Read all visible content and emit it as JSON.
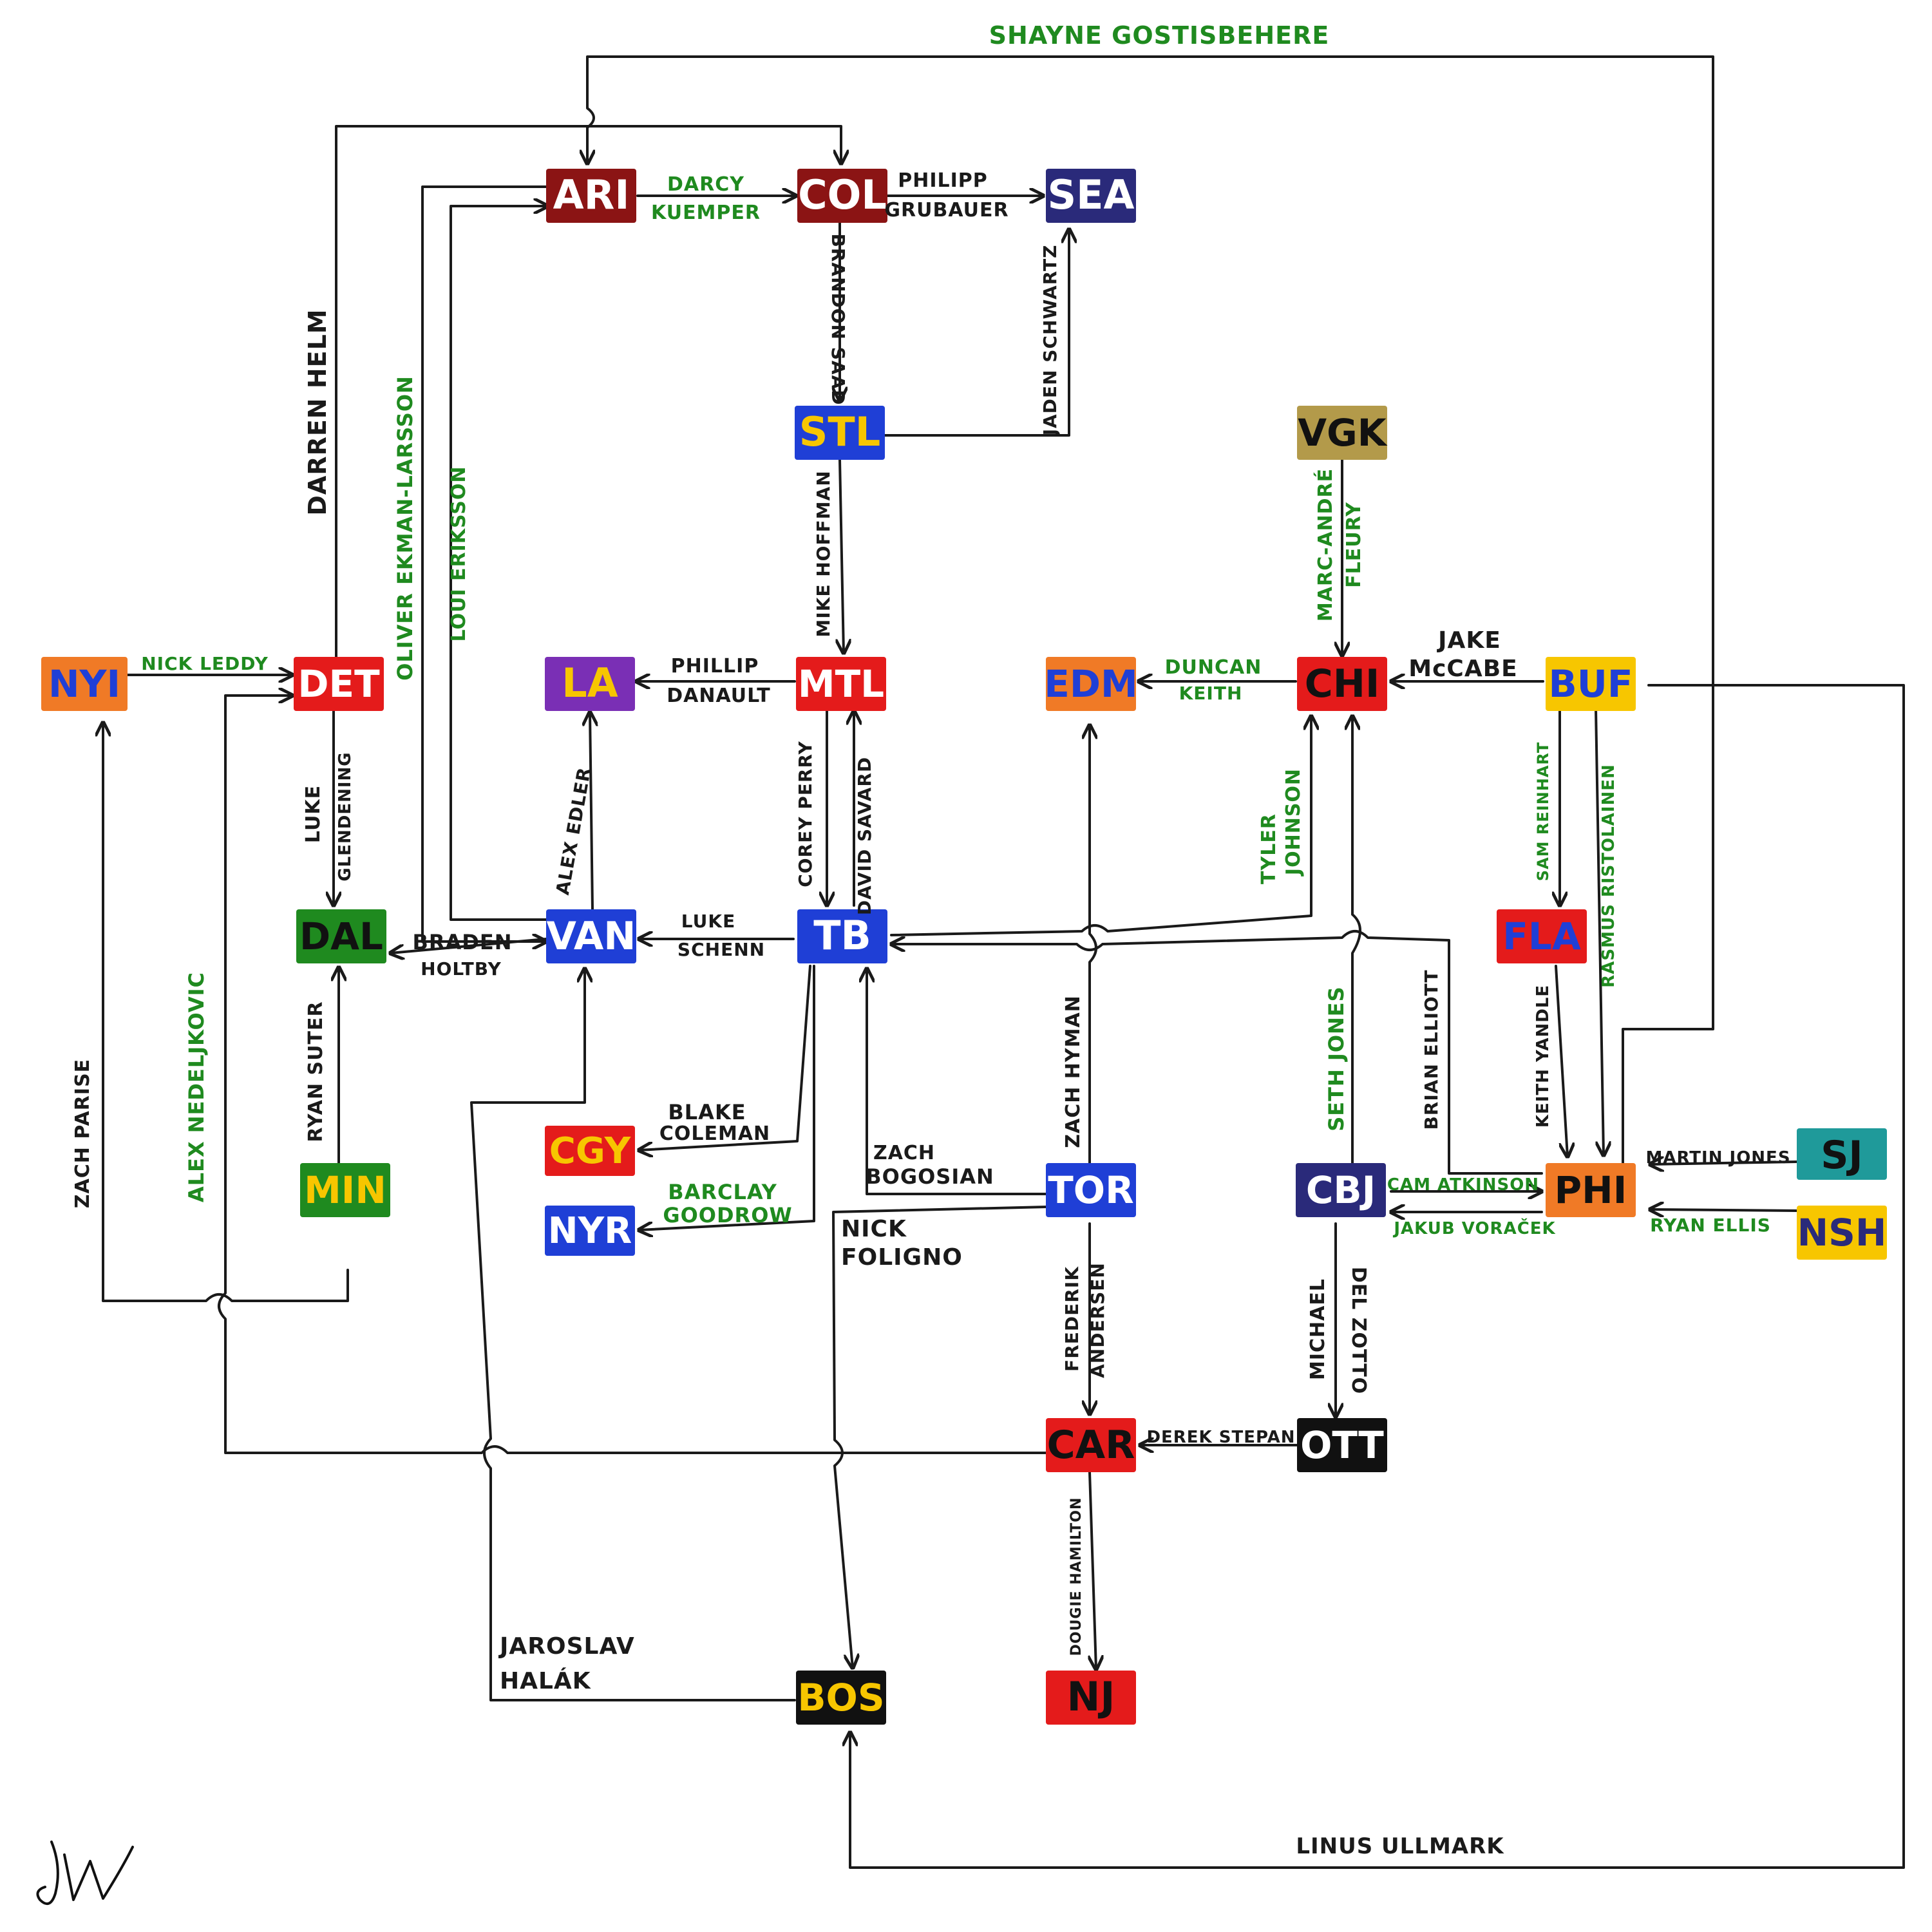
{
  "signature": "JW",
  "colors": {
    "line": "#1a1a1a",
    "label_black": "#1a1a1a",
    "label_green": "#1f8a1f"
  },
  "teams": {
    "ARI": {
      "text": "ARI",
      "bg": "#8b1414",
      "fg": "#ffffff"
    },
    "COL": {
      "text": "COL",
      "bg": "#8b1414",
      "fg": "#ffffff"
    },
    "SEA": {
      "text": "SEA",
      "bg": "#2a2a7a",
      "fg": "#ffffff"
    },
    "STL": {
      "text": "STL",
      "bg": "#1f3fd6",
      "fg": "#f7c600"
    },
    "VGK": {
      "text": "VGK",
      "bg": "#b39a4a",
      "fg": "#111111"
    },
    "NYI": {
      "text": "NYI",
      "bg": "#f07a26",
      "fg": "#1f3fd6"
    },
    "DET": {
      "text": "DET",
      "bg": "#e41b1b",
      "fg": "#ffffff"
    },
    "LA": {
      "text": "LA",
      "bg": "#7a2fb5",
      "fg": "#f7c600"
    },
    "MTL": {
      "text": "MTL",
      "bg": "#e41b1b",
      "fg": "#ffffff"
    },
    "EDM": {
      "text": "EDM",
      "bg": "#f07a26",
      "fg": "#1f3fd6"
    },
    "CHI": {
      "text": "CHI",
      "bg": "#e41b1b",
      "fg": "#111111"
    },
    "BUF": {
      "text": "BUF",
      "bg": "#f7c600",
      "fg": "#1f3fd6"
    },
    "DAL": {
      "text": "DAL",
      "bg": "#1f8a1f",
      "fg": "#111111"
    },
    "VAN": {
      "text": "VAN",
      "bg": "#1f3fd6",
      "fg": "#ffffff"
    },
    "TB": {
      "text": "TB",
      "bg": "#1f3fd6",
      "fg": "#ffffff"
    },
    "FLA": {
      "text": "FLA",
      "bg": "#e41b1b",
      "fg": "#1f3fd6"
    },
    "MIN": {
      "text": "MIN",
      "bg": "#1f8a1f",
      "fg": "#f7c600"
    },
    "CGY": {
      "text": "CGY",
      "bg": "#e41b1b",
      "fg": "#f7c600"
    },
    "NYR": {
      "text": "NYR",
      "bg": "#1f3fd6",
      "fg": "#ffffff"
    },
    "TOR": {
      "text": "TOR",
      "bg": "#1f3fd6",
      "fg": "#ffffff"
    },
    "CBJ": {
      "text": "CBJ",
      "bg": "#2a2a7a",
      "fg": "#ffffff"
    },
    "PHI": {
      "text": "PHI",
      "bg": "#f07a26",
      "fg": "#111111"
    },
    "SJ": {
      "text": "SJ",
      "bg": "#1f9a9a",
      "fg": "#111111"
    },
    "NSH": {
      "text": "NSH",
      "bg": "#f7c600",
      "fg": "#2a2a7a"
    },
    "CAR": {
      "text": "CAR",
      "bg": "#e41b1b",
      "fg": "#111111"
    },
    "OTT": {
      "text": "OTT",
      "bg": "#111111",
      "fg": "#ffffff"
    },
    "BOS": {
      "text": "BOS",
      "bg": "#111111",
      "fg": "#f7c600"
    },
    "NJ": {
      "text": "NJ",
      "bg": "#e41b1b",
      "fg": "#111111"
    }
  },
  "players": {
    "shayne_gostisbehere": "SHAYNE GOSTISBEHERE",
    "darcy": "DARCY",
    "kuemper": "KUEMPER",
    "philipp": "PHILIPP",
    "grubauer": "GRUBAUER",
    "brandon_saad": "BRANDON SAAD",
    "jaden_schwartz": "JADEN SCHWARTZ",
    "darren_helm": "DARREN HELM",
    "oliver_ekman_larsson": "OLIVER EKMAN-LARSSON",
    "loui_eriksson": "LOUI ERIKSSON",
    "mike_hoffman": "MIKE HOFFMAN",
    "marc_andre": "MARC-ANDRÉ",
    "fleury": "FLEURY",
    "nick_leddy": "NICK LEDDY",
    "phillip": "PHILLIP",
    "danault": "DANAULT",
    "duncan": "DUNCAN",
    "keith": "KEITH",
    "jake": "JAKE",
    "mccabe": "McCABE",
    "luke_glendening_1": "LUKE",
    "luke_glendening_2": "GLENDENING",
    "alex_edler": "ALEX EDLER",
    "corey_perry": "COREY PERRY",
    "david_savard": "DAVID SAVARD",
    "tyler": "TYLER",
    "johnson": "JOHNSON",
    "sam_reinhart": "SAM REINHART",
    "rasmus_ristolainen": "RASMUS RISTOLAINEN",
    "braden": "BRADEN",
    "holtby": "HOLTBY",
    "luke_schenn_1": "LUKE",
    "luke_schenn_2": "SCHENN",
    "alex_nedeljkovic": "ALEX NEDELJKOVIC",
    "zach_parise": "ZACH PARISE",
    "ryan_suter": "RYAN SUTER",
    "blake": "BLAKE",
    "coleman": "COLEMAN",
    "barclay": "BARCLAY",
    "goodrow": "GOODROW",
    "zach_b_1": "ZACH",
    "zach_b_2": "BOGOSIAN",
    "zach_hyman": "ZACH HYMAN",
    "seth_jones": "SETH JONES",
    "brian_elliott": "BRIAN ELLIOTT",
    "keith_yandle": "KEITH YANDLE",
    "martin_jones": "MARTIN JONES",
    "ryan_ellis": "RYAN ELLIS",
    "cam_atkinson": "CAM ATKINSON",
    "jakub_voracek": "JAKUB VORAČEK",
    "nick_1": "NICK",
    "nick_2": "FOLIGNO",
    "frederik": "FREDERIK",
    "andersen": "ANDERSEN",
    "michael": "MICHAEL",
    "del_zotto": "DEL ZOTTO",
    "derek_stepan": "DEREK STEPAN",
    "dougie_hamilton": "DOUGIE HAMILTON",
    "jaroslav": "JAROSLAV",
    "halak": "HALÁK",
    "linus_ullmark": "LINUS ULLMARK"
  }
}
